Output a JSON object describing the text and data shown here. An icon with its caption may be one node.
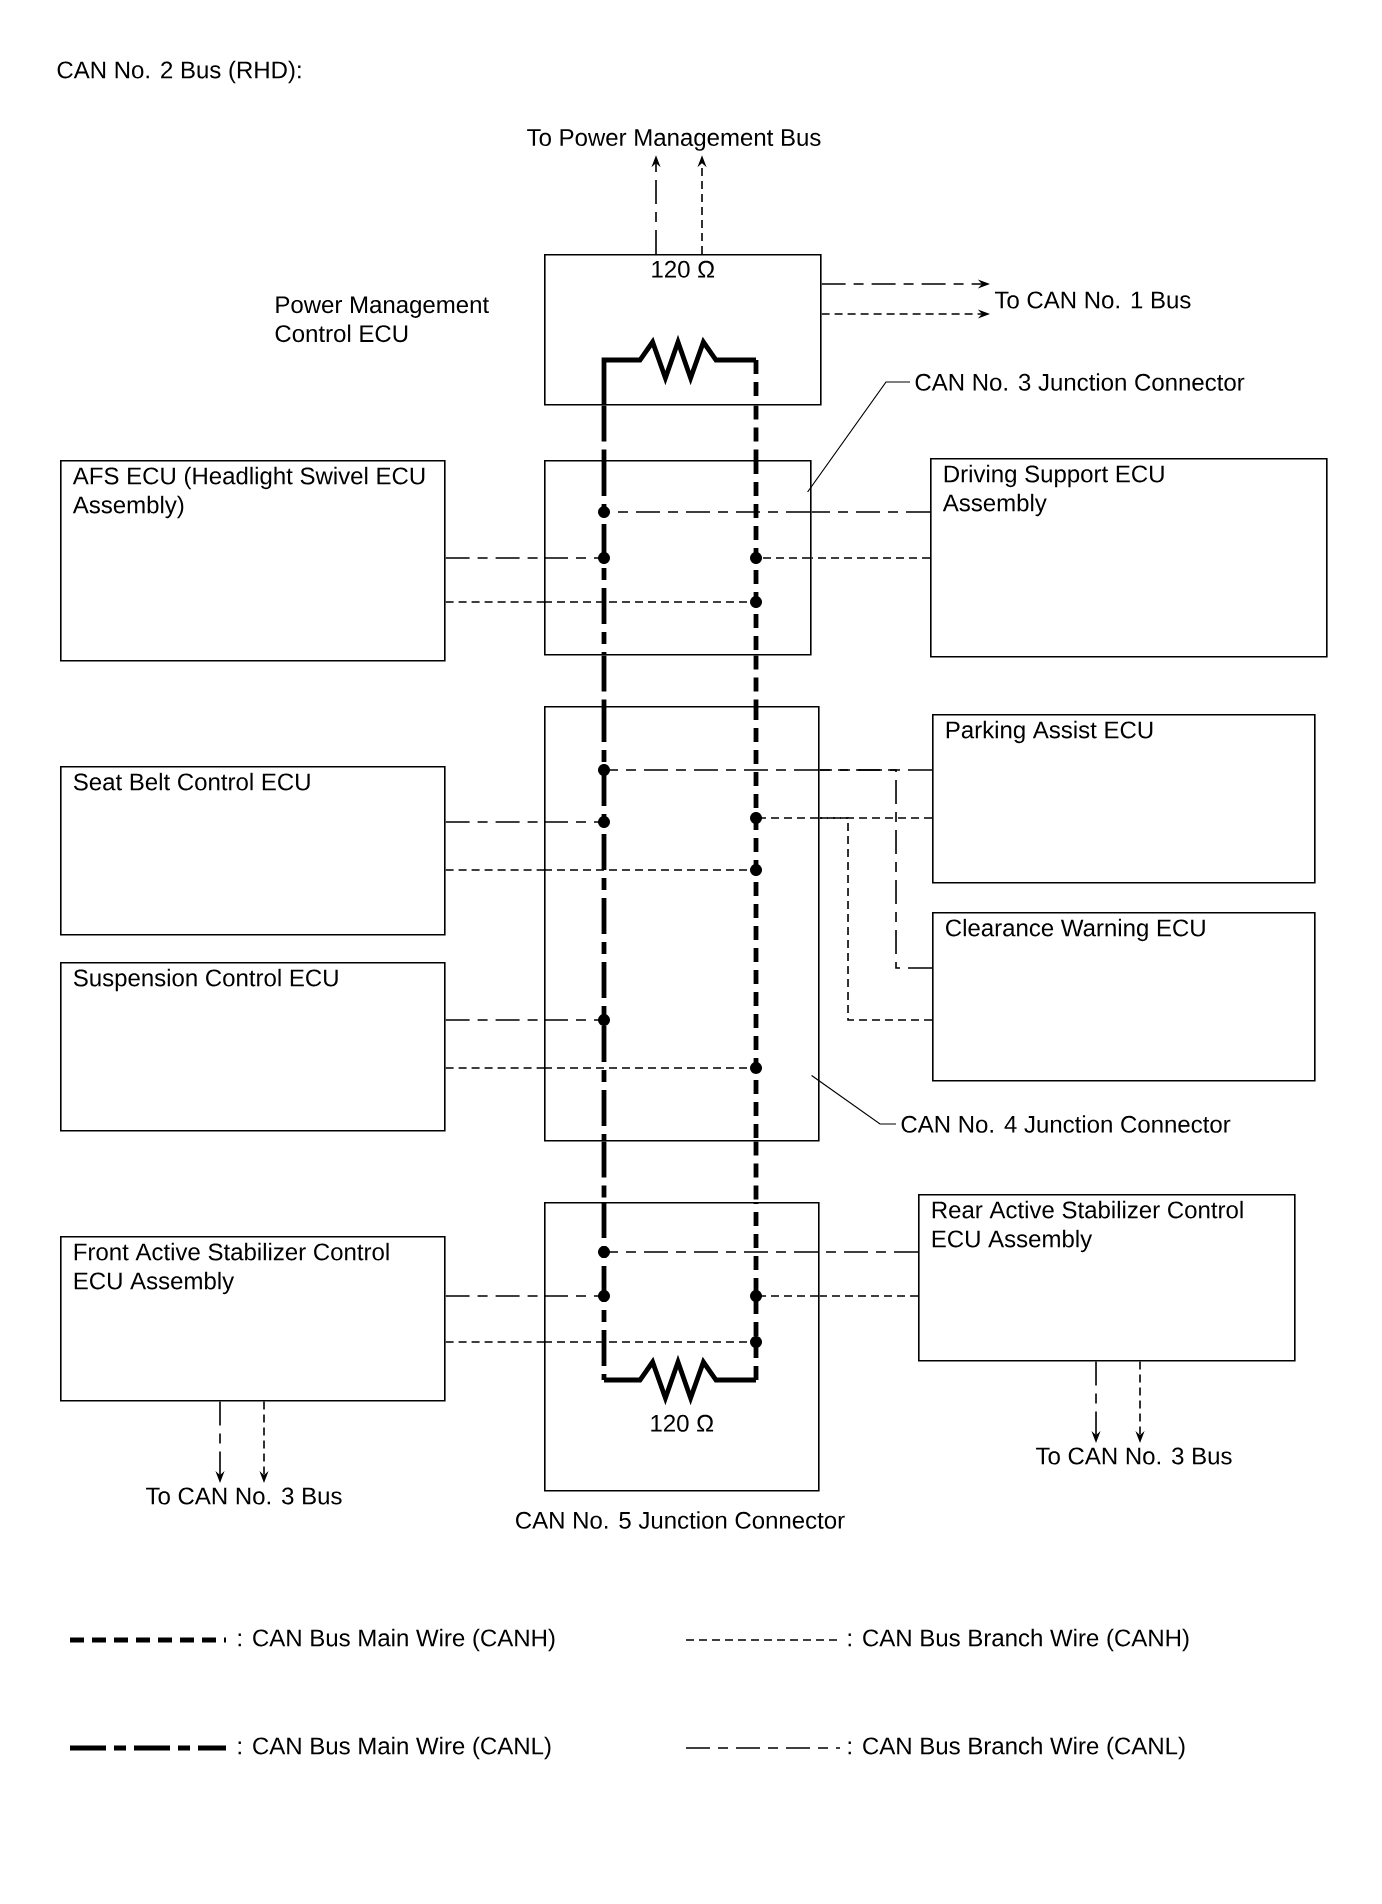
{
  "diagram": {
    "title": "CAN No. 2 Bus (RHD):",
    "nodes": [
      {
        "text": [
          "To Power Management Bus"
        ]
      },
      {
        "text": [
          "120 Ω"
        ],
        "beside": [
          "Power Management Control ECU"
        ]
      },
      {
        "text": [
          "To CAN No. 1 Bus"
        ]
      },
      {
        "text": [
          "CAN No. 3 Junction Connector"
        ]
      },
      {
        "text": [
          "AFS ECU (Headlight Swivel ECU Assembly)"
        ]
      },
      {
        "text": [],
        "shape": "box"
      },
      {
        "text": [
          "Driving Support ECU Assembly"
        ]
      },
      {
        "text": [
          "Parking Assist ECU"
        ]
      },
      {
        "text": [
          "Seat Belt Control ECU"
        ]
      },
      {
        "text": [],
        "shape": "box"
      },
      {
        "text": [
          "Clearance Warning ECU"
        ]
      },
      {
        "text": [
          "Suspension Control ECU"
        ]
      },
      {
        "text": [
          "CAN No. 4 Junction Connector"
        ]
      },
      {
        "text": [
          "Front Active Stabilizer Control ECU Assembly"
        ]
      },
      {
        "text": [
          "120 Ω"
        ],
        "beside": [
          "CAN No. 5 Junction Connector"
        ]
      },
      {
        "text": [
          "Rear Active Stabilizer Control ECU Assembly"
        ]
      },
      {
        "text": [
          "To CAN No. 3 Bus"
        ]
      },
      {
        "text": [
          "To CAN No. 3 Bus"
        ]
      }
    ],
    "edges": [
      {
        "from": 1,
        "to": 0,
        "arrow": "to",
        "style": "dashed"
      },
      {
        "from": 1,
        "to": 0,
        "arrow": "to",
        "style": "dashed"
      },
      {
        "from": 1,
        "to": 2,
        "arrow": "to",
        "style": "dashed"
      },
      {
        "from": 1,
        "to": 2,
        "arrow": "to",
        "style": "dashed"
      },
      {
        "from": 3,
        "to": 5,
        "arrow": "none"
      },
      {
        "from": 1,
        "to": 5,
        "arrow": "none",
        "style": "dashed"
      },
      {
        "from": 1,
        "to": 5,
        "arrow": "none",
        "style": "dashed"
      },
      {
        "from": 4,
        "to": 5,
        "arrow": "none",
        "style": "dashed"
      },
      {
        "from": 4,
        "to": 5,
        "arrow": "none",
        "style": "dashed"
      },
      {
        "from": 6,
        "to": 5,
        "arrow": "none",
        "style": "dashed"
      },
      {
        "from": 6,
        "to": 5,
        "arrow": "none",
        "style": "dashed"
      },
      {
        "from": 5,
        "to": 9,
        "arrow": "none",
        "style": "dashed"
      },
      {
        "from": 5,
        "to": 9,
        "arrow": "none",
        "style": "dashed"
      },
      {
        "from": 8,
        "to": 9,
        "arrow": "none",
        "style": "dashed"
      },
      {
        "from": 8,
        "to": 9,
        "arrow": "none",
        "style": "dashed"
      },
      {
        "from": 7,
        "to": 9,
        "arrow": "none",
        "style": "dashed"
      },
      {
        "from": 7,
        "to": 9,
        "arrow": "none",
        "style": "dashed"
      },
      {
        "from": 10,
        "to": 9,
        "arrow": "none",
        "style": "dashed"
      },
      {
        "from": 10,
        "to": 9,
        "arrow": "none",
        "style": "dashed"
      },
      {
        "from": 11,
        "to": 9,
        "arrow": "none",
        "style": "dashed"
      },
      {
        "from": 11,
        "to": 9,
        "arrow": "none",
        "style": "dashed"
      },
      {
        "from": 12,
        "to": 9,
        "arrow": "none"
      },
      {
        "from": 9,
        "to": 14,
        "arrow": "none",
        "style": "dashed"
      },
      {
        "from": 9,
        "to": 14,
        "arrow": "none",
        "style": "dashed"
      },
      {
        "from": 13,
        "to": 14,
        "arrow": "none",
        "style": "dashed"
      },
      {
        "from": 13,
        "to": 14,
        "arrow": "none",
        "style": "dashed"
      },
      {
        "from": 15,
        "to": 14,
        "arrow": "none",
        "style": "dashed"
      },
      {
        "from": 15,
        "to": 14,
        "arrow": "none",
        "style": "dashed"
      },
      {
        "from": 13,
        "to": 16,
        "arrow": "to",
        "style": "dashed"
      },
      {
        "from": 13,
        "to": 16,
        "arrow": "to",
        "style": "dashed"
      },
      {
        "from": 15,
        "to": 17,
        "arrow": "to",
        "style": "dashed"
      },
      {
        "from": 15,
        "to": 17,
        "arrow": "to",
        "style": "dashed"
      }
    ],
    "legend": [
      {
        "text": ": CAN Bus Main Wire (CANH)"
      },
      {
        "text": ": CAN Bus Branch Wire (CANH)"
      },
      {
        "text": ": CAN Bus Main Wire (CANL)"
      },
      {
        "text": ": CAN Bus Branch Wire (CANL)"
      }
    ]
  }
}
